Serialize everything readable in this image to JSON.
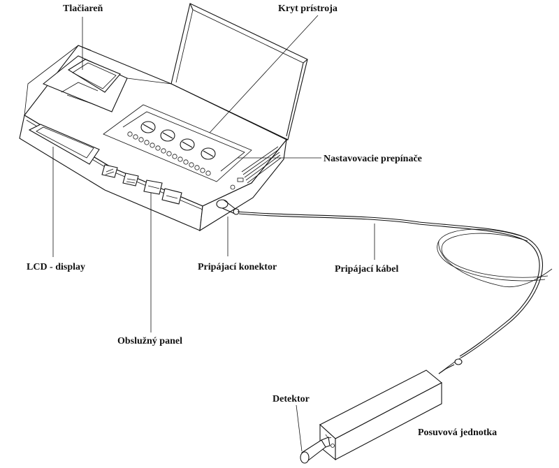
{
  "labels": {
    "printer": "Tlačiareň",
    "cover": "Kryt prístroja",
    "switches": "Nastavovacie prepínače",
    "lcd": "LCD - display",
    "connector": "Pripájací konektor",
    "cable": "Pripájací kábel",
    "panel": "Obslužný panel",
    "detector": "Detektor",
    "drive_unit": "Posuvová jednotka"
  },
  "colors": {
    "ink": "#111111",
    "paper": "#ffffff"
  }
}
